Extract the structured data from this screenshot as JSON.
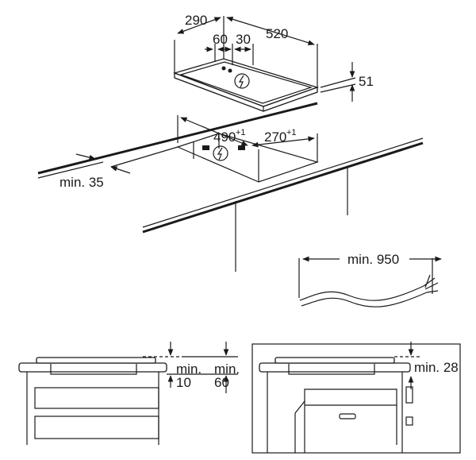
{
  "top_view": {
    "dim_depth": "290",
    "dim_width": "520",
    "dim_offset_a": "60",
    "dim_offset_b": "30",
    "dim_height": "51",
    "cutout_depth": "490",
    "cutout_depth_tol": "+1",
    "cutout_width": "270",
    "cutout_width_tol": "+1",
    "edge_min": "min. 35",
    "cable_min": "min. 950"
  },
  "side_views": {
    "left_min_a": "min.",
    "left_min_a_val": "10",
    "left_min_b": "min.",
    "left_min_b_val": "60",
    "right_min": "min. 28"
  },
  "icons": [
    "power-symbol-icon"
  ]
}
